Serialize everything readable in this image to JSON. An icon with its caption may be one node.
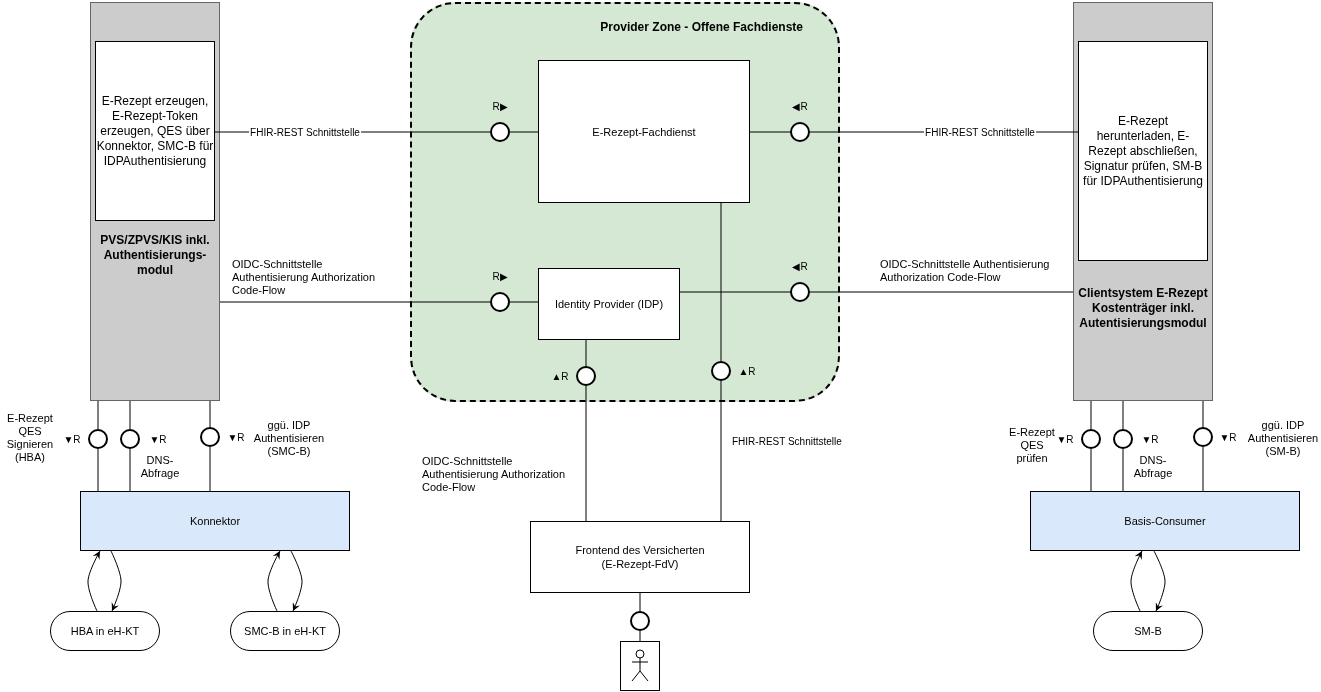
{
  "diagram": {
    "nodes": [
      {
        "text": [
          "PVS/ZPVS/KIS inkl. Authentisierungs-modul"
        ]
      },
      {
        "text": [
          "E-Rezept erzeugen, E-Rezept-Token erzeugen, QES über Konnektor, SMC-B für IDPAuthentisierung"
        ],
        "in": 0
      },
      {
        "text": [
          "Provider Zone - Offene Fachdienste"
        ]
      },
      {
        "text": [
          "E-Rezept-Fachdienst"
        ],
        "in": 2
      },
      {
        "text": [
          "Identity Provider (IDP)"
        ],
        "in": 2
      },
      {
        "text": [
          "Clientsystem E-Rezept Kostenträger inkl. Autentisierungsmodul"
        ]
      },
      {
        "text": [
          "E-Rezept herunterladen, E-Rezept abschließen, Signatur prüfen, SM-B für IDPAuthentisierung"
        ],
        "in": 5
      },
      {
        "text": [
          "Konnektor"
        ]
      },
      {
        "text": [
          "HBA in eH-KT"
        ]
      },
      {
        "text": [
          "SMC-B in eH-KT"
        ]
      },
      {
        "text": [
          "Frontend des Versicherten (E-Rezept-FdV)"
        ]
      },
      {
        "text": [],
        "shape": "person"
      },
      {
        "text": [
          "Basis-Consumer"
        ]
      },
      {
        "text": [
          "SM-B"
        ]
      },
      {
        "text": [],
        "shape": "circle",
        "in": 2,
        "beside": [
          "R▶"
        ]
      },
      {
        "text": [],
        "shape": "circle",
        "in": 2,
        "beside": [
          "◀R"
        ]
      },
      {
        "text": [],
        "shape": "circle",
        "in": 2,
        "beside": [
          "R▶"
        ]
      },
      {
        "text": [],
        "shape": "circle",
        "in": 2,
        "beside": [
          "◀R"
        ]
      },
      {
        "text": [],
        "shape": "circle",
        "in": 2,
        "beside": [
          "▲R"
        ]
      },
      {
        "text": [],
        "shape": "circle",
        "in": 2,
        "beside": [
          "▲R"
        ]
      },
      {
        "text": [],
        "shape": "circle",
        "beside": [
          "▼R",
          "E-Rezept QES Signieren (HBA)"
        ]
      },
      {
        "text": [],
        "shape": "circle",
        "beside": [
          "▼R",
          "DNS-Abfrage"
        ]
      },
      {
        "text": [],
        "shape": "circle",
        "beside": [
          "▼R",
          "ggü. IDP Authentisieren (SMC-B)"
        ]
      },
      {
        "text": [],
        "shape": "circle",
        "beside": [
          "▼R",
          "E-Rezept QES prüfen"
        ]
      },
      {
        "text": [],
        "shape": "circle",
        "beside": [
          "▼R",
          "DNS-Abfrage"
        ]
      },
      {
        "text": [],
        "shape": "circle",
        "beside": [
          "▼R",
          "ggü. IDP Authentisieren (SM-B)"
        ]
      },
      {
        "text": [],
        "shape": "circle"
      }
    ],
    "edges": [
      {
        "from": 1,
        "to": 14,
        "arrow": "none",
        "label": "FHIR-REST Schnittstelle"
      },
      {
        "from": 14,
        "to": 3,
        "arrow": "none"
      },
      {
        "from": 3,
        "to": 15,
        "arrow": "none"
      },
      {
        "from": 15,
        "to": 6,
        "arrow": "none",
        "label": "FHIR-REST Schnittstelle"
      },
      {
        "from": 0,
        "to": 16,
        "arrow": "none",
        "label": "OIDC-Schnittstelle Authentisierung Authorization Code-Flow"
      },
      {
        "from": 16,
        "to": 4,
        "arrow": "none"
      },
      {
        "from": 4,
        "to": 17,
        "arrow": "none"
      },
      {
        "from": 17,
        "to": 5,
        "arrow": "none",
        "label": "OIDC-Schnittstelle Authentisierung Authorization Code-Flow"
      },
      {
        "from": 4,
        "to": 18,
        "arrow": "none"
      },
      {
        "from": 18,
        "to": 10,
        "arrow": "none",
        "label": "OIDC-Schnittstelle Authentisierung Authorization Code-Flow"
      },
      {
        "from": 3,
        "to": 19,
        "arrow": "none"
      },
      {
        "from": 19,
        "to": 10,
        "arrow": "none",
        "label": "FHIR-REST Schnittstelle"
      },
      {
        "from": 0,
        "to": 20,
        "arrow": "none"
      },
      {
        "from": 20,
        "to": 7,
        "arrow": "none"
      },
      {
        "from": 0,
        "to": 21,
        "arrow": "none"
      },
      {
        "from": 21,
        "to": 7,
        "arrow": "none"
      },
      {
        "from": 0,
        "to": 22,
        "arrow": "none"
      },
      {
        "from": 22,
        "to": 7,
        "arrow": "none"
      },
      {
        "from": 8,
        "to": 7,
        "arrow": "to"
      },
      {
        "from": 7,
        "to": 8,
        "arrow": "to"
      },
      {
        "from": 9,
        "to": 7,
        "arrow": "to"
      },
      {
        "from": 7,
        "to": 9,
        "arrow": "to"
      },
      {
        "from": 10,
        "to": 26,
        "arrow": "none"
      },
      {
        "from": 26,
        "to": 11,
        "arrow": "none"
      },
      {
        "from": 5,
        "to": 23,
        "arrow": "none"
      },
      {
        "from": 23,
        "to": 12,
        "arrow": "none"
      },
      {
        "from": 5,
        "to": 24,
        "arrow": "none"
      },
      {
        "from": 24,
        "to": 12,
        "arrow": "none"
      },
      {
        "from": 5,
        "to": 25,
        "arrow": "none"
      },
      {
        "from": 25,
        "to": 12,
        "arrow": "none"
      },
      {
        "from": 13,
        "to": 12,
        "arrow": "to"
      },
      {
        "from": 12,
        "to": 13,
        "arrow": "to"
      }
    ]
  }
}
